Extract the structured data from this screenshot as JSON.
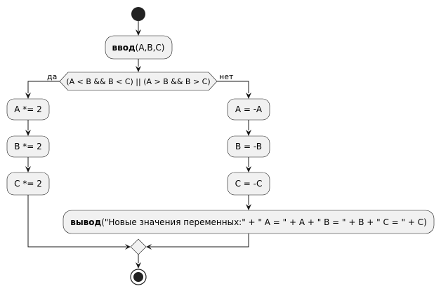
{
  "flow": {
    "input_keyword": "ввод",
    "input_args": "(A,B,C)",
    "condition": "(A < B && B < C) || (A > B && B > C)",
    "yes_label": "да",
    "no_label": "нет",
    "yes_steps": [
      "A *= 2",
      "B *= 2",
      "C *= 2"
    ],
    "no_steps": [
      "A = -A",
      "B = -B",
      "C = -C"
    ],
    "output_keyword": "вывод",
    "output_args": "(\"Новые значения переменных:\" + \" A = \" + A + \" B = \" + B + \" C = \" + C)"
  },
  "colors": {
    "node_fill": "#f1f1f1",
    "line": "#181818"
  },
  "icons": {
    "start": "start-node-icon",
    "end": "end-node-icon"
  }
}
